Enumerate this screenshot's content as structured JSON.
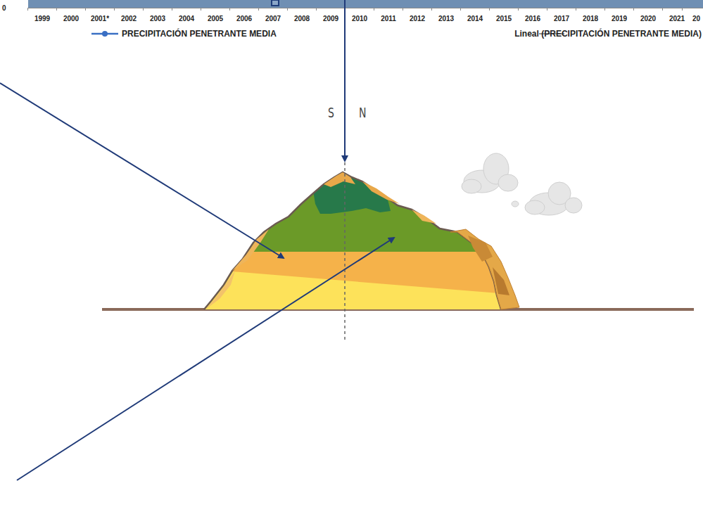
{
  "diagram": {
    "labels": [
      "0",
      "1999",
      "2000",
      "2001*",
      "2002",
      "2003",
      "2004",
      "2005",
      "2006",
      "2007",
      "2008",
      "2009",
      "2010",
      "2011",
      "2012",
      "2013",
      "2014",
      "2015",
      "2016",
      "2017",
      "2018",
      "2019",
      "2020",
      "2021",
      "20",
      "S",
      "N"
    ],
    "legend": [
      {
        "text": "PRECIPITACIÓN PENETRANTE MEDIA"
      },
      {
        "text": "Lineal (PRECIPITACIÓN PENETRANTE MEDIA)"
      }
    ]
  }
}
